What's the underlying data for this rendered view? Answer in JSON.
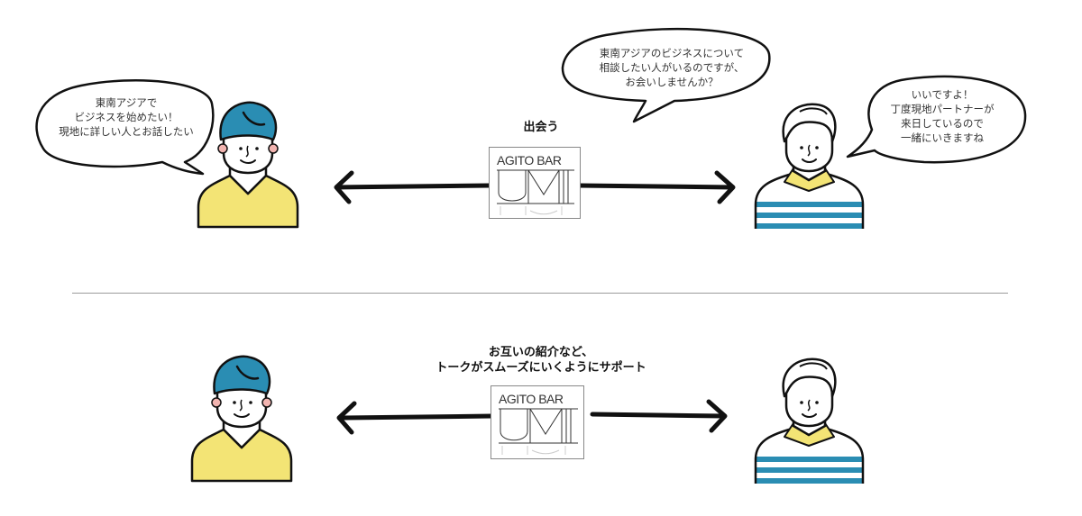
{
  "colors": {
    "hair_blue": "#2a8db3",
    "shirt_yellow": "#f3e475",
    "stripe_blue": "#2a8db3",
    "cheek_pink": "#f2b4b0",
    "divider": "#9a9a9a"
  },
  "scene_top": {
    "caption": "出会う",
    "left_person_bubble": "東南アジアで\nビジネスを始めたい！\n現地に詳しい人とお話したい",
    "center_bubble": "東南アジアのビジネスについて\n相談したい人がいるのですが、\nお会いしませんか？",
    "right_person_bubble": "いいですよ！\n丁度現地パートナーが\n来日しているので\n一緒にいきますね",
    "logo_text": "AGITO BAR",
    "logo_mark": "UMI"
  },
  "scene_bottom": {
    "caption": "お互いの紹介など、\nトークがスムーズにいくようにサポート",
    "logo_text": "AGITO BAR",
    "logo_mark": "UMI"
  },
  "icons": {
    "left_arrow": "arrow-left",
    "right_arrow": "arrow-right",
    "person_left": "person-blue-hair-yellow-shirt",
    "person_right": "person-striped-shirt"
  }
}
